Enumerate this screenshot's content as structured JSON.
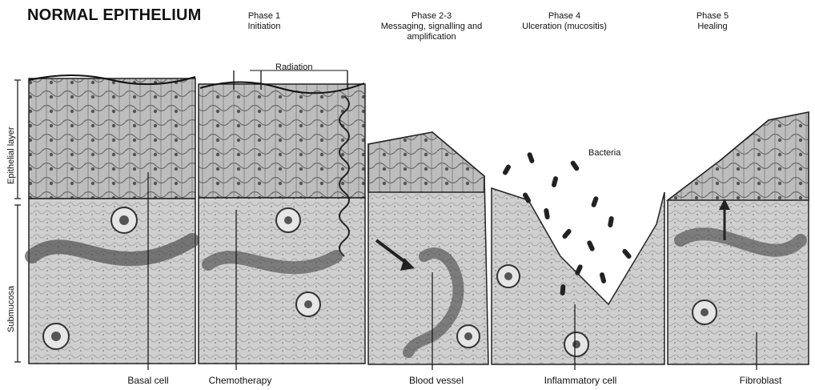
{
  "title": "NORMAL EPITHELIUM",
  "phases": [
    {
      "name": "Phase 1",
      "desc": "Initiation"
    },
    {
      "name": "Phase 2-3",
      "desc": "Messaging, signalling and amplification"
    },
    {
      "name": "Phase 4",
      "desc": "Ulceration (mucositis)"
    },
    {
      "name": "Phase 5",
      "desc": "Healing"
    }
  ],
  "labels": {
    "radiation": "Radiation",
    "bacteria": "Bacteria",
    "epithelial_layer": "Epithelial layer",
    "submucosa": "Submucosa",
    "basal_cell": "Basal cell",
    "chemotherapy": "Chemotherapy",
    "blood_vessel": "Blood vessel",
    "inflammatory_cell": "Inflammatory cell",
    "fibroblast": "Fibroblast"
  }
}
